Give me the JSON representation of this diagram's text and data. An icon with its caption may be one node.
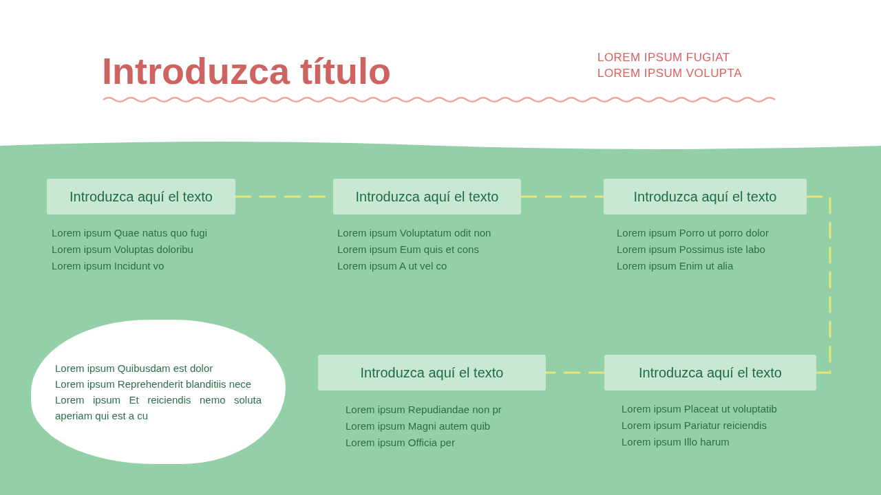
{
  "diagram": {
    "title": "Introduzca título",
    "nodes": [
      {
        "text": [
          "Introduzca aquí el texto"
        ],
        "beside": [
          "Lorem ipsum Quae natus quo fugi",
          "Lorem ipsum Voluptas doloribu",
          "Lorem ipsum Incidunt vo"
        ]
      },
      {
        "text": [
          "Introduzca aquí el texto"
        ],
        "beside": [
          "Lorem ipsum Voluptatum odit non",
          "Lorem ipsum Eum quis et cons",
          "Lorem ipsum A ut vel co"
        ]
      },
      {
        "text": [
          "Introduzca aquí el texto"
        ],
        "beside": [
          "Lorem ipsum Porro ut porro dolor",
          "Lorem ipsum Possimus iste labo",
          "Lorem ipsum Enim ut alia"
        ]
      },
      {
        "text": [
          "Lorem ipsum Quibusdam est dolor",
          "Lorem ipsum Reprehenderit blanditiis nece",
          "Lorem ipsum Et reiciendis nemo soluta aperiam qui est a cu"
        ]
      },
      {
        "text": [
          "Introduzca aquí el texto"
        ],
        "beside": [
          "Lorem ipsum Repudiandae non pr",
          "Lorem ipsum Magni autem quib",
          "Lorem ipsum Officia per"
        ]
      },
      {
        "text": [
          "Introduzca aquí el texto"
        ],
        "beside": [
          "Lorem ipsum Placeat ut voluptatib",
          "Lorem ipsum Pariatur reiciendis",
          "Lorem ipsum Illo harum"
        ]
      }
    ],
    "edges": [
      {
        "from": 0,
        "to": 1,
        "arrow": "none",
        "style": "dashed"
      },
      {
        "from": 1,
        "to": 2,
        "arrow": "none",
        "style": "dashed"
      },
      {
        "from": 2,
        "to": 5,
        "arrow": "none",
        "style": "dashed"
      },
      {
        "from": 5,
        "to": 4,
        "arrow": "none",
        "style": "dashed"
      }
    ],
    "labels": [
      "LOREM IPSUM FUGIAT",
      "LOREM IPSUM VOLUPTA"
    ]
  }
}
